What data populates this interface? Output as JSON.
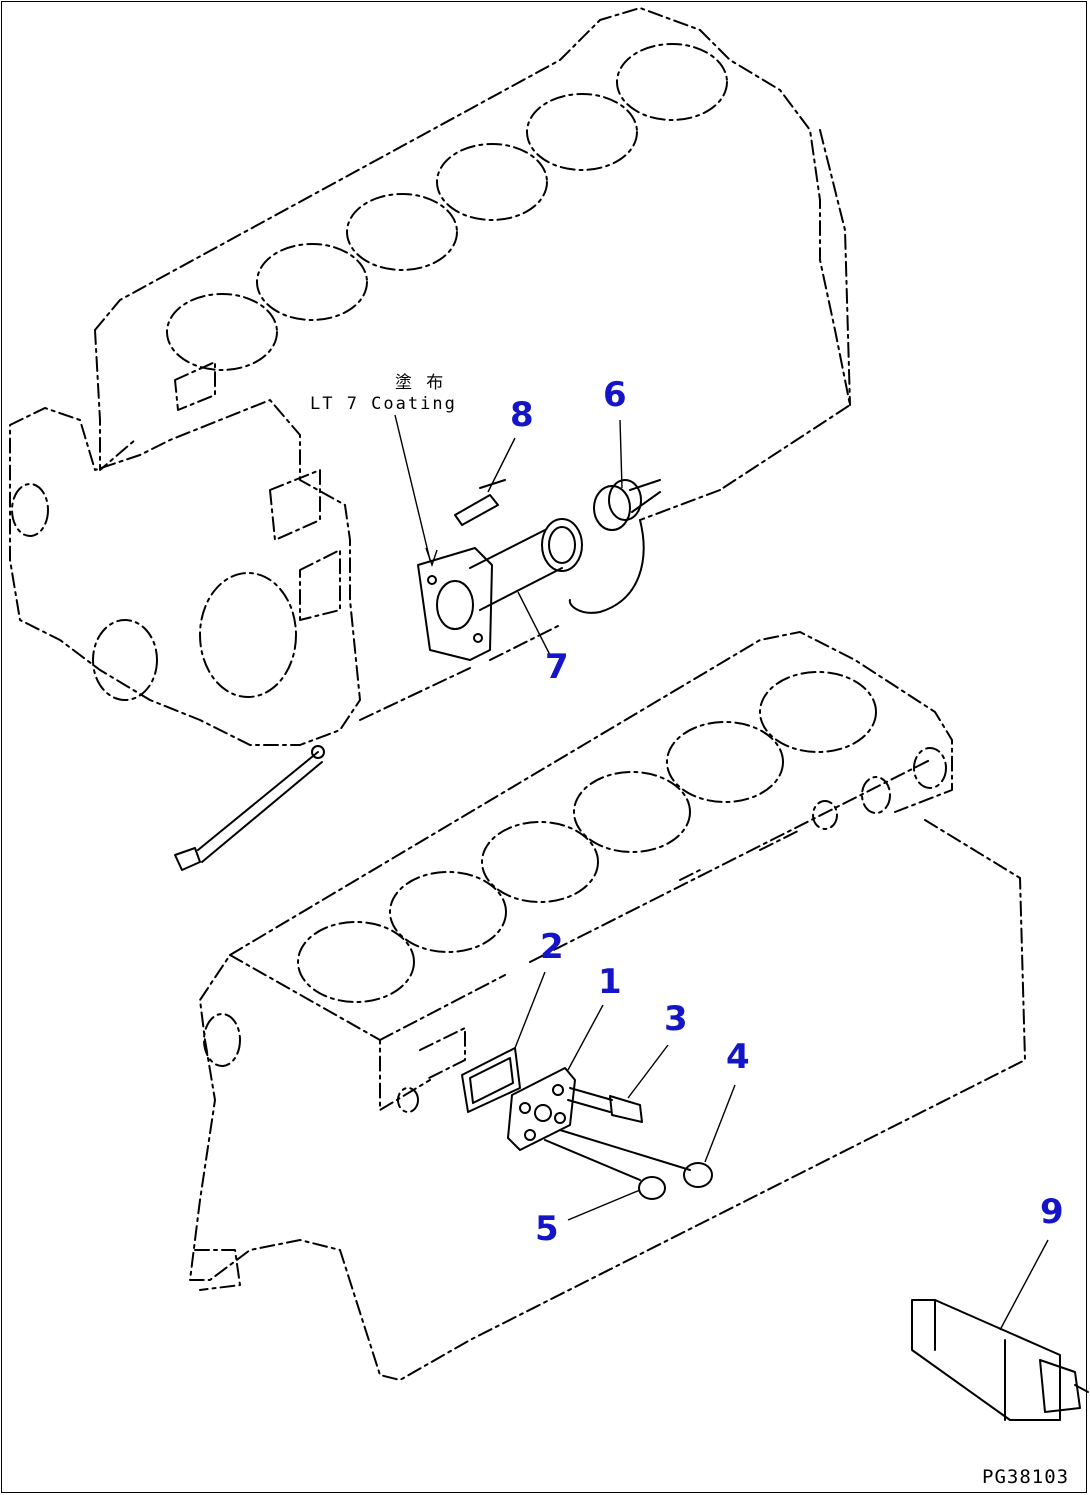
{
  "diagram": {
    "part_code": "PG38103",
    "coating_note": {
      "jp": "塗 布",
      "en": "LT 7 Coating"
    },
    "callouts": [
      {
        "id": "c1",
        "label": "1"
      },
      {
        "id": "c2",
        "label": "2"
      },
      {
        "id": "c3",
        "label": "3"
      },
      {
        "id": "c4",
        "label": "4"
      },
      {
        "id": "c5",
        "label": "5"
      },
      {
        "id": "c6",
        "label": "6"
      },
      {
        "id": "c7",
        "label": "7"
      },
      {
        "id": "c8",
        "label": "8"
      },
      {
        "id": "c9",
        "label": "9"
      }
    ],
    "callout_color": "#1414c8",
    "line_color": "#000000"
  }
}
